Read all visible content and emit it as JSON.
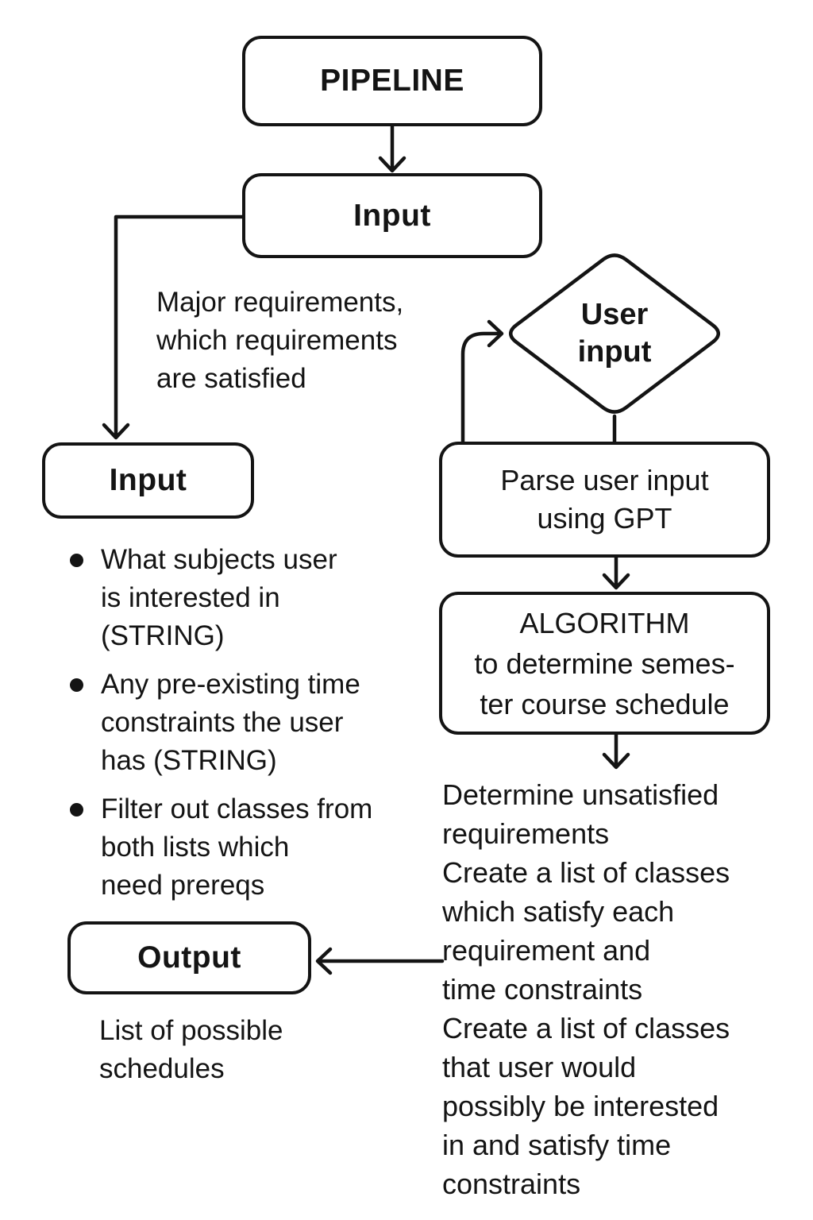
{
  "colors": {
    "ink": "#141414",
    "background": "#ffffff"
  },
  "nodes": {
    "pipeline": "PIPELINE",
    "input_top": "Input",
    "user_input_lines": [
      "User",
      "input"
    ],
    "input_left": "Input",
    "parse_lines": [
      "Parse user input",
      "using GPT"
    ],
    "algorithm_lines": [
      "ALGORITHM",
      "to determine semes-",
      "ter course schedule"
    ],
    "output": "Output"
  },
  "annotations": {
    "input_top_note_lines": [
      "Major requirements,",
      "which requirements",
      "are satisfied"
    ],
    "input_left_bullets": [
      [
        "What subjects user",
        "is interested in",
        "(STRING)"
      ],
      [
        "Any pre-existing time",
        "constraints the user",
        "has (STRING)"
      ],
      [
        "Filter out classes from",
        "both lists which",
        "need prereqs"
      ]
    ],
    "algorithm_steps": [
      [
        "Determine unsatisfied",
        "requirements"
      ],
      [
        "Create a list of classes",
        "which satisfy each",
        "requirement and",
        "time constraints"
      ],
      [
        "Create a list of classes",
        "that user would",
        "possibly be interested",
        "in and satisfy time",
        "constraints"
      ]
    ],
    "output_note_lines": [
      "List of possible",
      "schedules"
    ]
  }
}
